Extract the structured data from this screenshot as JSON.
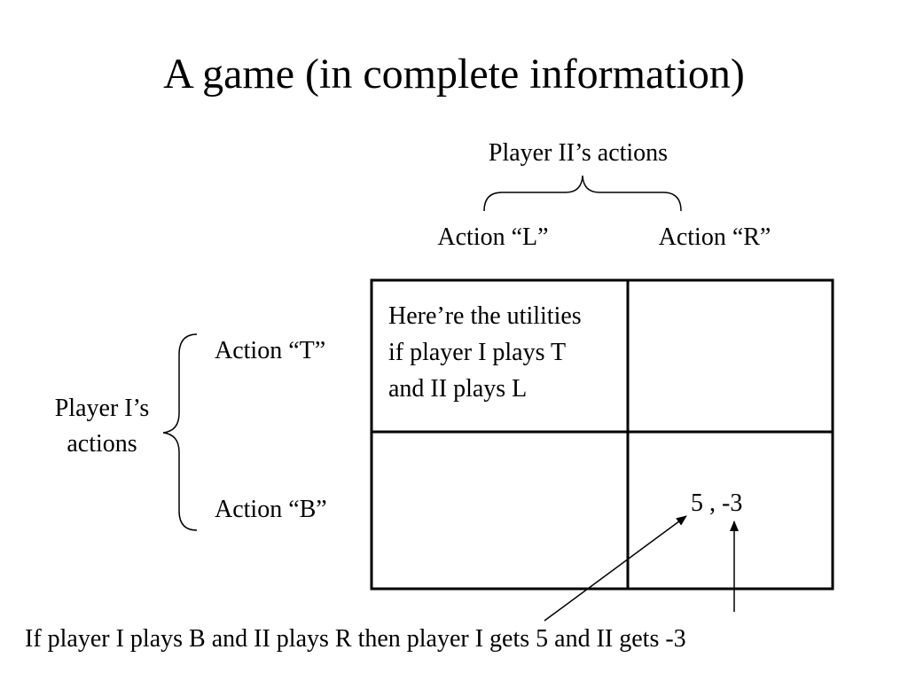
{
  "slide": {
    "title": "A game (in complete information)"
  },
  "player2": {
    "label": "Player II’s actions",
    "action_l": "Action “L”",
    "action_r": "Action “R”"
  },
  "player1": {
    "label": "Player I’s\nactions",
    "action_t": "Action “T”",
    "action_b": "Action “B”"
  },
  "matrix": {
    "cell_tl": "Here’re the utilities\nif player I plays T\nand II plays L",
    "cell_br": "5 , -3"
  },
  "caption": "If player I plays B and II plays R then player I gets 5 and II gets -3"
}
